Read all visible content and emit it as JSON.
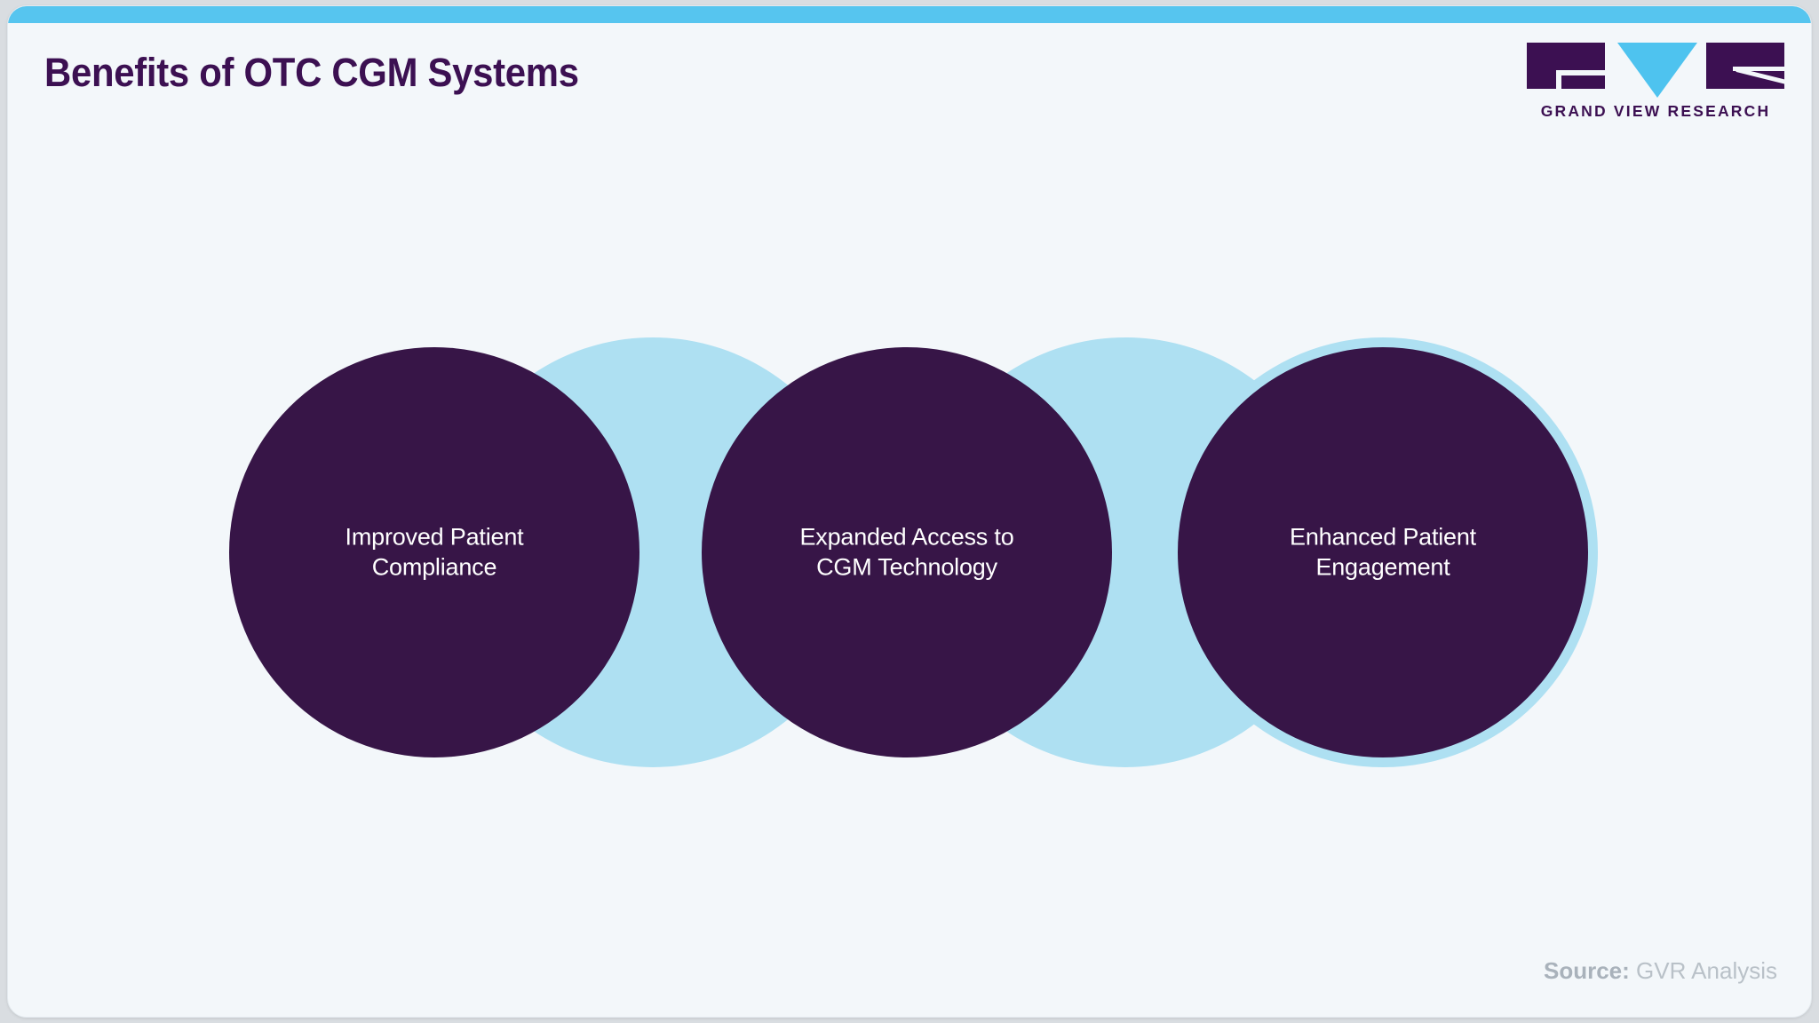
{
  "header": {
    "title": "Benefits of OTC CGM Systems"
  },
  "logo": {
    "wordmark": "GRAND VIEW RESEARCH",
    "g_block": "logo-g-block",
    "v_triangle": "logo-v-triangle",
    "r_block": "logo-r-block"
  },
  "theme": {
    "accent_bar": "#56C5EF",
    "card_background": "#F3F7FA",
    "page_background": "#D9DDE1",
    "node_fill": "#371547",
    "node_ring": "#AEE0F2",
    "title_color": "#3C1052",
    "label_color": "#FFFFFF",
    "source_color": "#B4BCC4"
  },
  "diagram": {
    "type": "process-flow",
    "direction": "left-to-right",
    "node_count": 3,
    "nodes": [
      {
        "id": "node-1",
        "label": "Improved Patient\nCompliance",
        "line1": "Improved Patient",
        "line2": "Compliance"
      },
      {
        "id": "node-2",
        "label": "Expanded Access to\nCGM Technology",
        "line1": "Expanded Access to",
        "line2": "CGM Technology"
      },
      {
        "id": "node-3",
        "label": "Enhanced Patient\nEngagement",
        "line1": "Enhanced Patient",
        "line2": "Engagement"
      }
    ]
  },
  "footer": {
    "source_label": "Source:",
    "source_value": "GVR Analysis"
  }
}
